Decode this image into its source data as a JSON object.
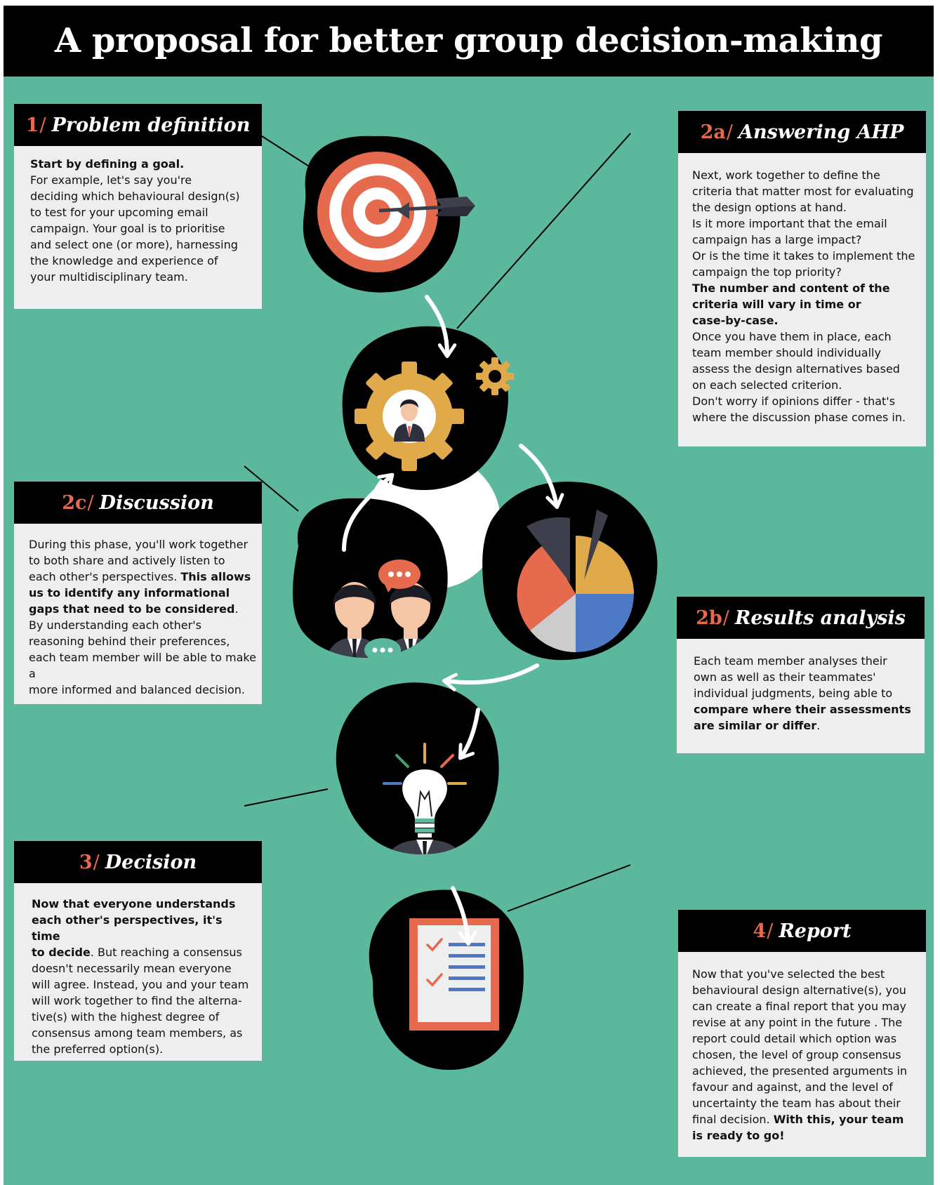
{
  "title": "A proposal for better group decision-making",
  "colors": {
    "background": "#5bb89c",
    "header": "#000000",
    "accent": "#e56a4e",
    "box": "#eeeeee",
    "gear": "#e0a94a",
    "blue": "#4e79c4"
  },
  "steps": {
    "problem_definition": {
      "number": "1",
      "title": "Problem definition",
      "icon": "target-icon",
      "lines": [
        {
          "text": "Start by defining a goal.",
          "bold": true
        },
        {
          "text": "For example, let's say you're"
        },
        {
          "text": "deciding which behavioural design(s)"
        },
        {
          "text": "to test for your upcoming email"
        },
        {
          "text": "campaign.  Your goal is to prioritise"
        },
        {
          "text": "and select one (or more), harnessing"
        },
        {
          "text": "the knowledge and experience of"
        },
        {
          "text": "your multidisciplinary team."
        }
      ]
    },
    "answering_ahp": {
      "number": "2a",
      "title": "Answering AHP",
      "icon": "gear-person-icon",
      "lines": [
        {
          "text": "Next, work together to define the"
        },
        {
          "text": "criteria that matter most for evaluating"
        },
        {
          "text": "the design options at hand."
        },
        {
          "text": "Is it more important that the email"
        },
        {
          "text": "campaign has a large impact?"
        },
        {
          "text": "Or is the time it takes to implement the"
        },
        {
          "text": "campaign the top priority?"
        },
        {
          "text": "The number and content of the",
          "bold": true
        },
        {
          "text": "criteria will vary in time or",
          "bold": true
        },
        {
          "text": "case-by-case.",
          "bold": true
        },
        {
          "text": "Once you have them in place, each"
        },
        {
          "text": "team member should individually"
        },
        {
          "text": "assess the design alternatives based"
        },
        {
          "text": "on each selected criterion."
        },
        {
          "text": "Don't worry if opinions differ - that's"
        },
        {
          "text": "where the discussion phase comes in."
        }
      ]
    },
    "results_analysis": {
      "number": "2b",
      "title": "Results analysis",
      "icon": "pie-chart-icon",
      "lines": [
        {
          "text": "Each team member analyses their"
        },
        {
          "text": "own as well as their teammates'"
        },
        {
          "text": "individual judgments, being able to"
        },
        {
          "text": "compare where their assessments",
          "bold": true
        },
        {
          "text": "are similar or differ",
          "bold": true,
          "suffix": "."
        }
      ]
    },
    "discussion": {
      "number": "2c",
      "title": "Discussion",
      "icon": "people-talking-icon",
      "lines": [
        {
          "text": "During this phase, you'll work together"
        },
        {
          "text": "to both share and actively listen to"
        },
        {
          "text": "each other's perspectives. ",
          "bold_tail": "This allows"
        },
        {
          "text": "us to identify any informational",
          "bold": true
        },
        {
          "text": "gaps that need to be considered",
          "bold": true,
          "suffix": "."
        },
        {
          "text": "By understanding each other's"
        },
        {
          "text": "reasoning behind their preferences,"
        },
        {
          "text": "each team member will be able to make a"
        },
        {
          "text": "more informed and balanced decision."
        }
      ]
    },
    "decision": {
      "number": "3",
      "title": "Decision",
      "icon": "lightbulb-head-icon",
      "lines": [
        {
          "text": "Now that everyone understands",
          "bold": true
        },
        {
          "text": "each other's perspectives, it's time",
          "bold": true
        },
        {
          "text": "to decide",
          "bold": true,
          "suffix": ". But reaching a consensus"
        },
        {
          "text": "doesn't necessarily mean everyone"
        },
        {
          "text": "will agree. Instead, you and your team"
        },
        {
          "text": "will work together to find the alterna-"
        },
        {
          "text": "tive(s) with the highest degree of"
        },
        {
          "text": "consensus among team members, as"
        },
        {
          "text": "the preferred option(s)."
        }
      ]
    },
    "report": {
      "number": "4",
      "title": "Report",
      "icon": "checklist-icon",
      "lines": [
        {
          "text": "Now that you've selected the best"
        },
        {
          "text": "behavioural design alternative(s), you"
        },
        {
          "text": "can create a final report that you may"
        },
        {
          "text": "revise at any point in the future . The"
        },
        {
          "text": "report could detail which option was"
        },
        {
          "text": "chosen, the level of group consensus"
        },
        {
          "text": "achieved, the presented arguments in"
        },
        {
          "text": "favour and against, and the level of"
        },
        {
          "text": "uncertainty the team has about their"
        },
        {
          "text": "final decision. ",
          "bold_tail": "With this, your team"
        },
        {
          "text": "is ready to go!",
          "bold": true
        }
      ]
    }
  }
}
